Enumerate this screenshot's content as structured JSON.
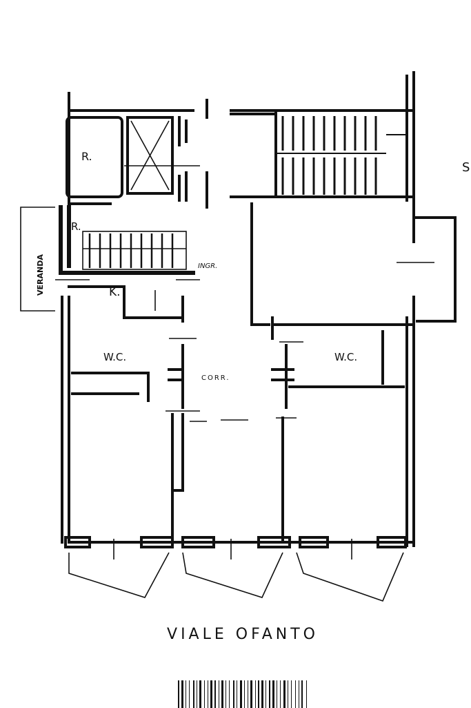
{
  "labels": {
    "veranda": "VERANDA",
    "ingresso": "INGR.",
    "kitchen": "K.",
    "wc_left": "W.C.",
    "wc_right": "W.C.",
    "corridor": "CORR.",
    "stair_right_marker": "R.",
    "stair_left_marker": "R.",
    "street": "VIALE OFANTO",
    "edge_mark": "S"
  },
  "colors": {
    "ink": "#111111",
    "paper": "#ffffff"
  },
  "barcode_icon": "barcode-icon"
}
